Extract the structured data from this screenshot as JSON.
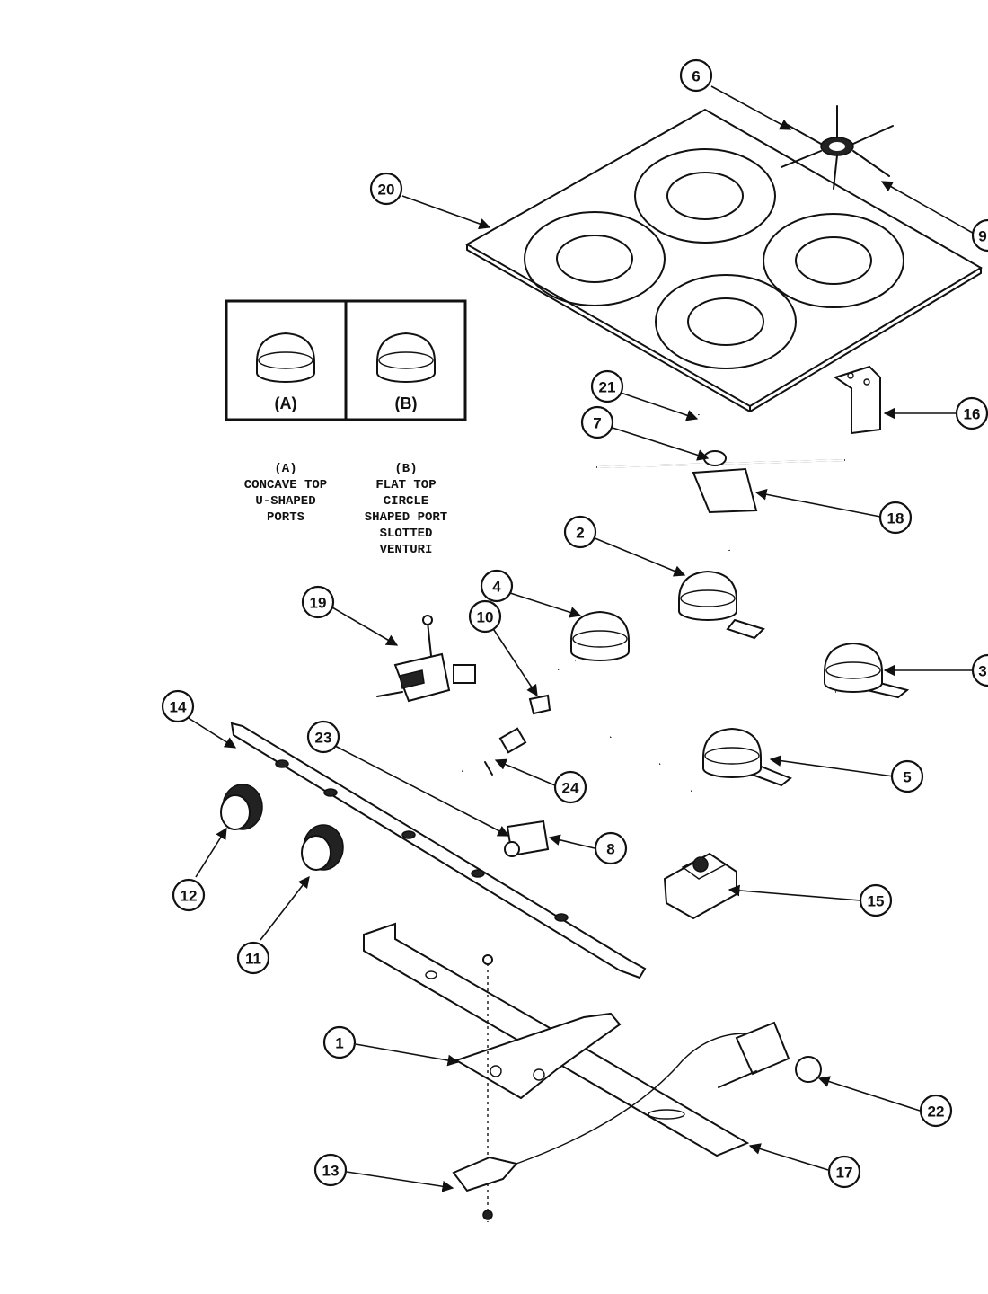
{
  "inset": {
    "left_label": "(A)",
    "right_label": "(B)"
  },
  "notes": {
    "a": [
      "(A)",
      "CONCAVE TOP",
      "U-SHAPED",
      "PORTS"
    ],
    "b": [
      "(B)",
      "FLAT TOP",
      "CIRCLE",
      "SHAPED PORT",
      "SLOTTED",
      "VENTURI"
    ]
  },
  "callouts": [
    "6",
    "20",
    "9",
    "21",
    "16",
    "7",
    "18",
    "2",
    "4",
    "10",
    "19",
    "3",
    "14",
    "23",
    "5",
    "24",
    "8",
    "12",
    "15",
    "11",
    "1",
    "22",
    "13",
    "17"
  ]
}
